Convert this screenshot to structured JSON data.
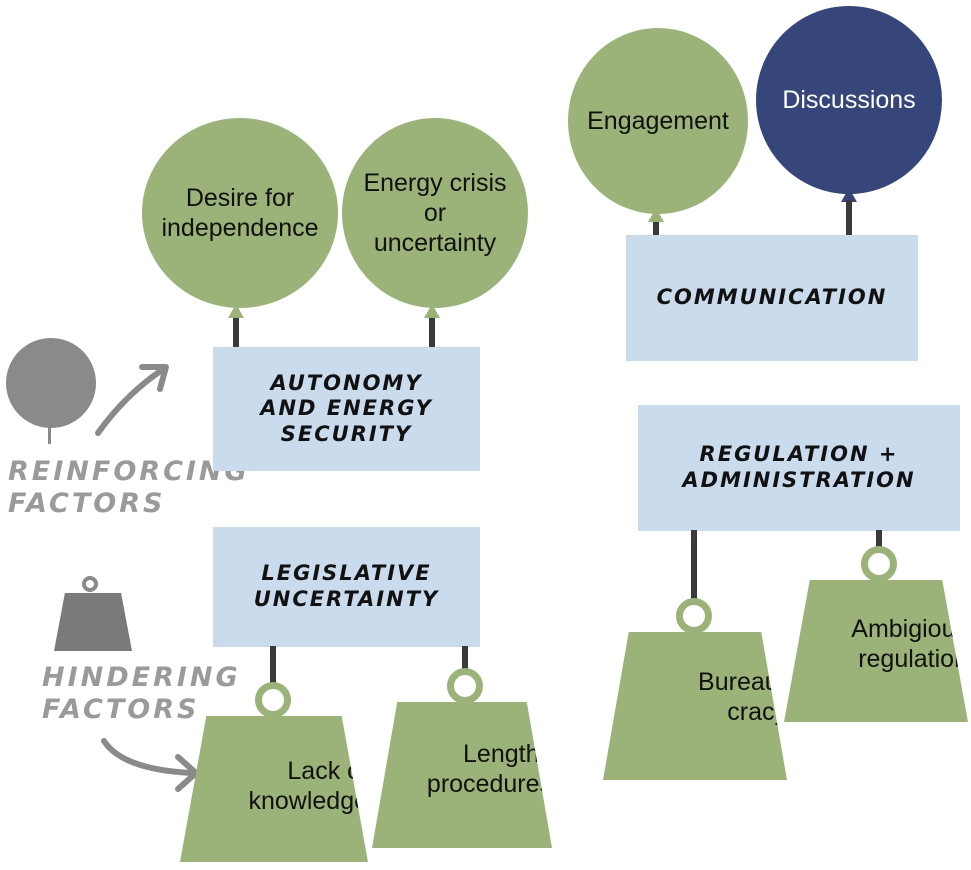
{
  "balloons": {
    "desire": "Desire for independence",
    "energy_line1": "Energy crisis",
    "energy_line2": "or",
    "energy_line3": "uncertainty",
    "engagement": "Engagement",
    "discussions": "Discussions"
  },
  "boxes": {
    "autonomy_line1": "AUTONOMY",
    "autonomy_line2": "AND ENERGY",
    "autonomy_line3": "SECURITY",
    "communication": "COMMUNICATION",
    "legislative_line1": "LEGISLATIVE",
    "legislative_line2": "UNCERTAINTY",
    "regulation_line1": "REGULATION +",
    "regulation_line2": "ADMINISTRATION"
  },
  "weights": {
    "lack_line1": "Lack of",
    "lack_line2": "knowledge",
    "lengthy_line1": "Lengthy",
    "lengthy_line2": "procedures",
    "bureau_line1": "Bureau-",
    "bureau_line2": "cracy",
    "ambig_line1": "Ambigious",
    "ambig_line2": "regulation"
  },
  "legend": {
    "reinforcing_line1": "REINFORCING",
    "reinforcing_line2": "FACTORS",
    "hindering_line1": "HINDERING",
    "hindering_line2": "FACTORS"
  },
  "colors": {
    "green": "#9bb378",
    "navy": "#36457a",
    "box_blue": "#c9dbec",
    "legend_grey": "#9a9a9a"
  }
}
